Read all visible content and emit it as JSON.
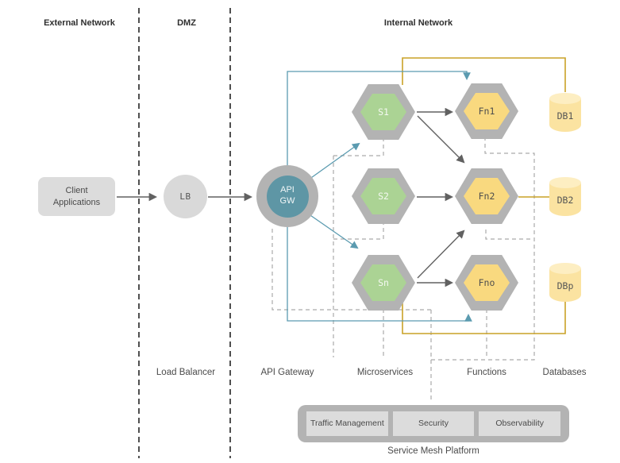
{
  "zones": {
    "external": {
      "title": "External Network"
    },
    "dmz": {
      "title": "DMZ"
    },
    "internal": {
      "title": "Internal Network"
    }
  },
  "nodes": {
    "client": {
      "line1": "Client",
      "line2": "Applications"
    },
    "load_balancer": {
      "label": "LB"
    },
    "api_gateway": {
      "line1": "API",
      "line2": "GW"
    },
    "services": [
      {
        "label": "S1"
      },
      {
        "label": "S2"
      },
      {
        "label": "Sn"
      }
    ],
    "functions": [
      {
        "label": "Fn1"
      },
      {
        "label": "Fn2"
      },
      {
        "label": "Fno"
      }
    ],
    "databases": [
      {
        "label": "DB1"
      },
      {
        "label": "DB2"
      },
      {
        "label": "DBp"
      }
    ]
  },
  "column_labels": {
    "load_balancer": "Load Balancer",
    "api_gateway": "API Gateway",
    "microservices": "Microservices",
    "functions": "Functions",
    "databases": "Databases"
  },
  "service_mesh": {
    "title": "Service Mesh Platform",
    "components": [
      {
        "label": "Traffic Management"
      },
      {
        "label": "Security"
      },
      {
        "label": "Observability"
      }
    ]
  },
  "colors": {
    "service_green": "#abd394",
    "function_yellow": "#f9d97f",
    "database_yellow": "#fbe3a1",
    "gateway_teal": "#5e96a5",
    "node_gray": "#b3b3b3",
    "flow_blue": "#5b9bb0",
    "flow_yellow": "#c9a227",
    "arrow_gray": "#616161",
    "dashed_gray": "#ababab",
    "divider_gray": "#4f4f4f"
  }
}
